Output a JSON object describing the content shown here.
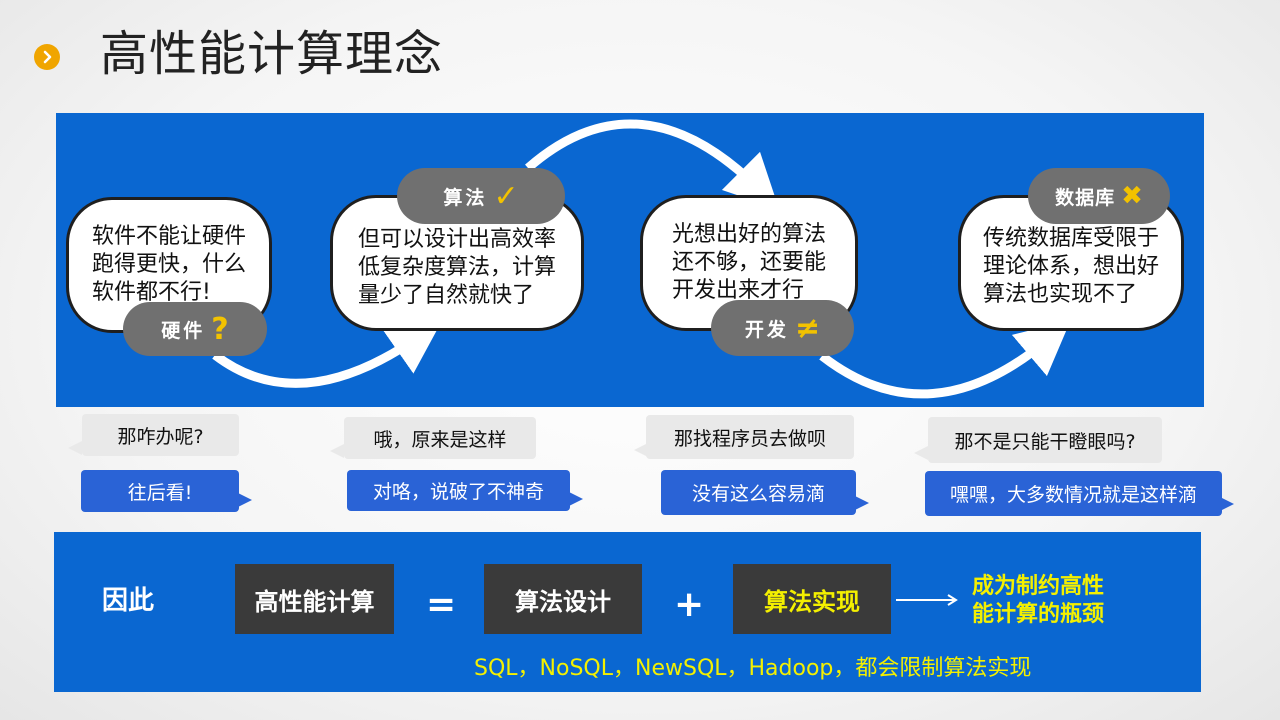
{
  "title": "高性能计算理念",
  "top_flow": {
    "cards": [
      {
        "text": "软件不能让硬件\n跑得更快，什么\n软件都不行!",
        "tag": "硬件",
        "symbol": "?"
      },
      {
        "text": "但可以设计出高效率\n低复杂度算法，计算\n量少了自然就快了",
        "tag": "算法",
        "symbol": "✓"
      },
      {
        "text": "光想出好的算法\n还不够，还要能\n开发出来才行",
        "tag": "开发",
        "symbol": "≠"
      },
      {
        "text": "传统数据库受限于\n理论体系，想出好\n算法也实现不了",
        "tag": "数据库",
        "symbol": "✖"
      }
    ]
  },
  "dialog": {
    "questions": [
      "那咋办呢?",
      "哦，原来是这样",
      "那找程序员去做呗",
      "那不是只能干瞪眼吗?"
    ],
    "answers": [
      "往后看!",
      "对咯，说破了不神奇",
      "没有这么容易滴",
      "嘿嘿，大多数情况就是这样滴"
    ]
  },
  "formula": {
    "label": "因此",
    "lhs": "高性能计算",
    "equals": "=",
    "term1": "算法设计",
    "plus": "+",
    "term2": "算法实现",
    "result": "成为制约高性\n能计算的瓶颈",
    "note": "SQL，NoSQL，NewSQL，Hadoop，都会限制算法实现"
  },
  "colors": {
    "panel_blue": "#0a67d1",
    "bubble_blue": "#2a63d6",
    "highlight_yellow": "#f4f000",
    "tag_gray": "#707070",
    "bullet_orange": "#f0a500"
  }
}
